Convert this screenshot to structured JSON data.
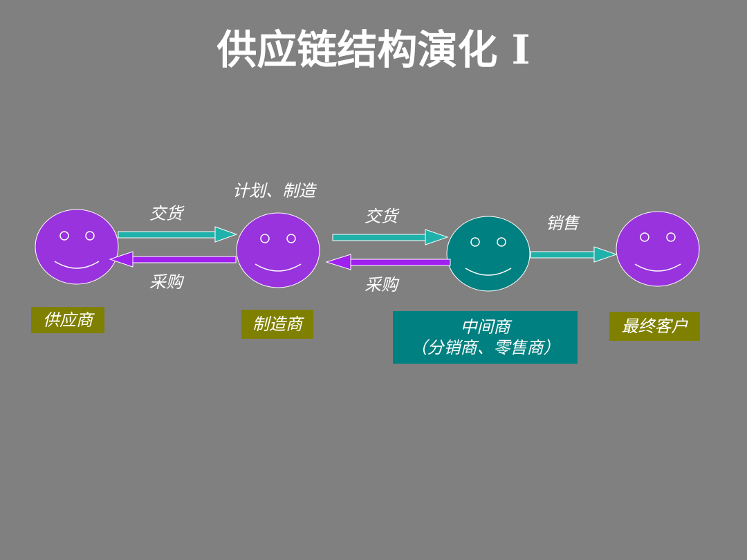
{
  "title": "供应链结构演化 I",
  "colors": {
    "background": "#808080",
    "purple_face": "#9933dd",
    "teal_face": "#008080",
    "arrow_teal": "#20b2aa",
    "arrow_purple": "#a020f0",
    "olive_box": "#808000",
    "teal_box": "#008080"
  },
  "nodes": [
    {
      "id": "supplier",
      "label": "供应商",
      "color": "purple"
    },
    {
      "id": "manufacturer",
      "label": "制造商",
      "top_label": "计划、制造",
      "color": "purple"
    },
    {
      "id": "intermediary",
      "label": "中间商",
      "sublabel": "（分销商、零售商）",
      "color": "teal"
    },
    {
      "id": "end_customer",
      "label": "最终客户",
      "color": "purple"
    }
  ],
  "edges": {
    "delivery_1": "交货",
    "purchase_1": "采购",
    "delivery_2": "交货",
    "purchase_2": "采购",
    "sales": "销售"
  }
}
